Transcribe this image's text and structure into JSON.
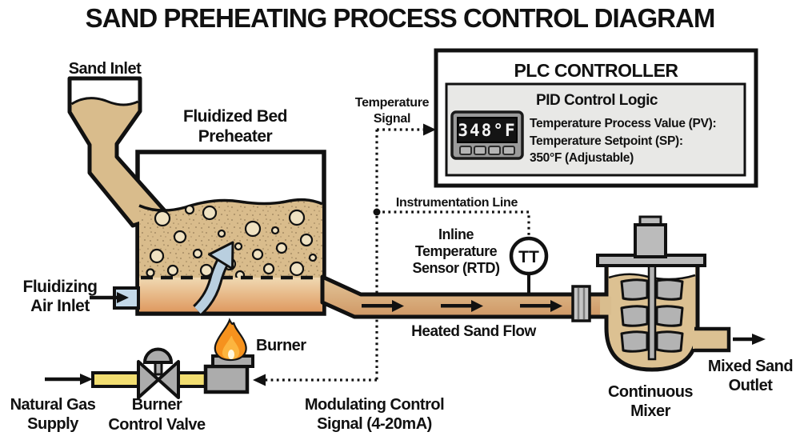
{
  "title": "SAND PREHEATING PROCESS CONTROL DIAGRAM",
  "hopper": {
    "label": "Sand Inlet"
  },
  "preheater": {
    "label_line1": "Fluidized Bed",
    "label_line2": "Preheater"
  },
  "air_inlet": {
    "label_line1": "Fluidizing",
    "label_line2": "Air Inlet"
  },
  "plc": {
    "title": "PLC CONTROLLER",
    "logic_title": "PID Control Logic",
    "display_value": "348°F",
    "pv_label": "Temperature Process Value (PV):",
    "sp_label": "Temperature Setpoint (SP):",
    "sp_value": "350°F (Adjustable)"
  },
  "signals": {
    "temperature_line1": "Temperature",
    "temperature_line2": "Signal",
    "instrumentation": "Instrumentation Line",
    "modulating_line1": "Modulating Control",
    "modulating_line2": "Signal (4-20mA)"
  },
  "sensor": {
    "label_line1": "Inline",
    "label_line2": "Temperature",
    "label_line3": "Sensor (RTD)",
    "tag": "TT"
  },
  "pipe": {
    "label": "Heated Sand Flow"
  },
  "burner": {
    "label": "Burner",
    "valve_line1": "Burner",
    "valve_line2": "Control Valve",
    "gas_line1": "Natural Gas",
    "gas_line2": "Supply"
  },
  "mixer": {
    "label_line1": "Continuous",
    "label_line2": "Mixer",
    "outlet_line1": "Mixed Sand",
    "outlet_line2": "Outlet"
  },
  "colors": {
    "sand": "#d9bc8c",
    "sand_bubble": "#f0e2c2",
    "plenum_top": "#f0d9b2",
    "plenum_bottom": "#df9a60",
    "pipe_top": "#e3c79b",
    "pipe_bottom": "#cf9764",
    "air_blue": "#c3d8e8",
    "arrow_blue": "#b9cfdf",
    "gas_yellow": "#f2de71",
    "metal_gray": "#acacac",
    "flame_orange": "#f6921e",
    "flame_yellow": "#fcb53f",
    "panel_gray": "#e8e8e6",
    "display_screen": "#141414",
    "ink": "#111111"
  }
}
